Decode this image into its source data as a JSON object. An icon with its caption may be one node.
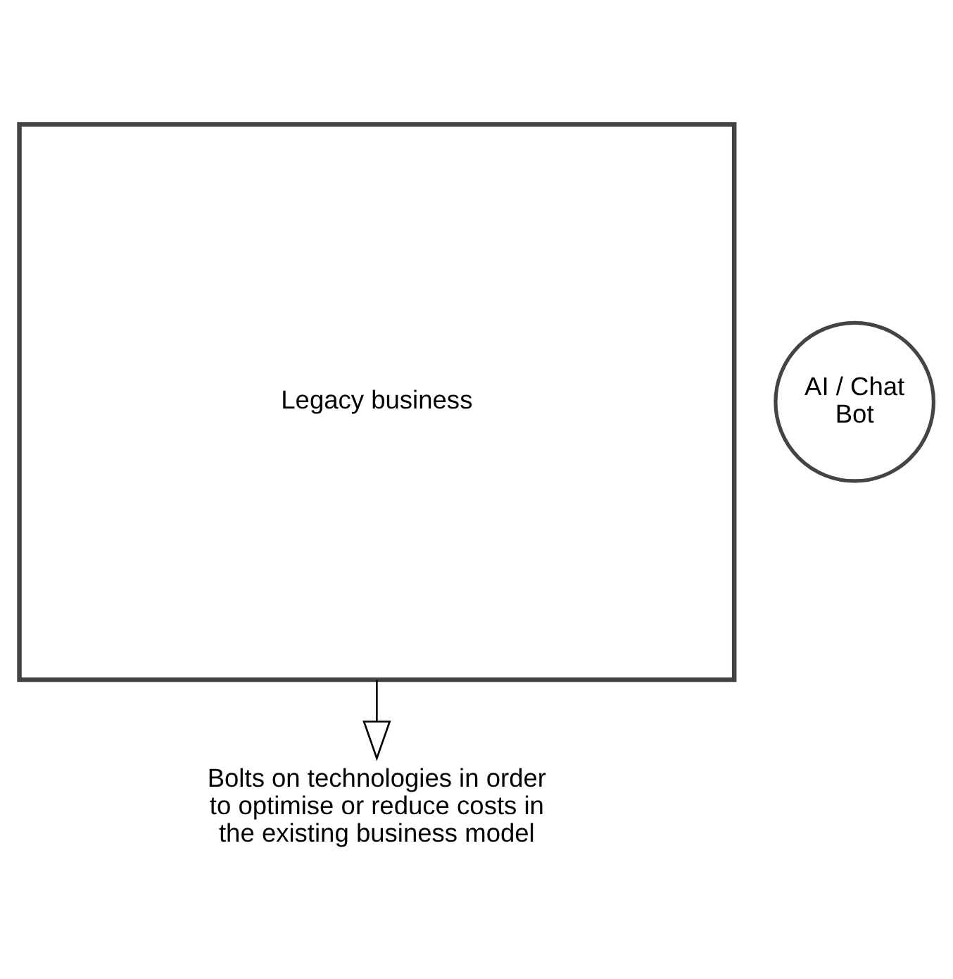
{
  "diagram": {
    "nodes": [
      {
        "text": [
          "Legacy business"
        ]
      },
      {
        "text": [
          "AI / Chat Bot"
        ]
      },
      {
        "text": [
          "Bolts on technologies in order to optimise or reduce costs in the existing business model"
        ]
      }
    ],
    "edges": [
      {
        "from": 0,
        "to": 2,
        "arrow": "to"
      }
    ]
  }
}
